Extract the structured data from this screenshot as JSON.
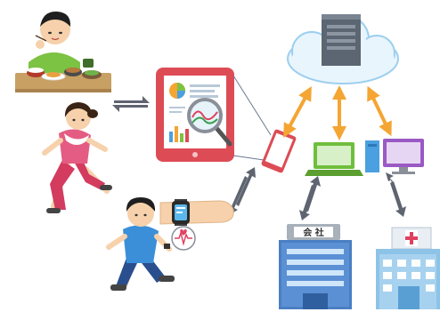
{
  "illustration": {
    "people": [
      "eating-person",
      "jogging-woman",
      "running-man-with-smartwatch"
    ],
    "devices": [
      "tablet-with-report",
      "smartphone",
      "laptop",
      "desktop-pc",
      "cloud-server"
    ],
    "buildings": {
      "company_sign": "会 社",
      "hospital_symbol": "cross"
    },
    "colors": {
      "arrow_orange": "#f4a532",
      "arrow_gray": "#5e6470",
      "tablet_red": "#dd4c55",
      "cloud": "#e9f5fd",
      "company_blue": "#4a7fc4",
      "hospital_blue": "#8ec3e8"
    }
  }
}
